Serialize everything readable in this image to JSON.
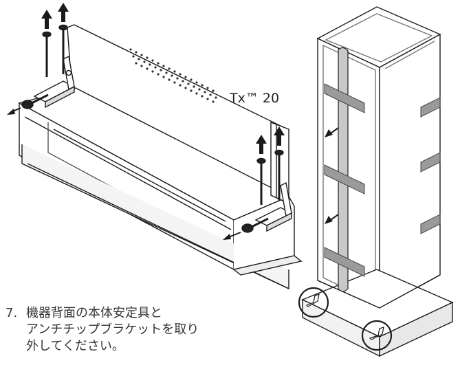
{
  "tool_label": "Tx™ 20",
  "instruction": {
    "step_number": "7.",
    "lines": [
      "機器背面の本体安定具と",
      "アンチチップブラケットを取り",
      "外してください。"
    ]
  },
  "colors": {
    "line": "#1a1a1a",
    "strap": "#9a9a9a",
    "body_fill": "#ffffff",
    "shadow": "#e6e6e6"
  }
}
